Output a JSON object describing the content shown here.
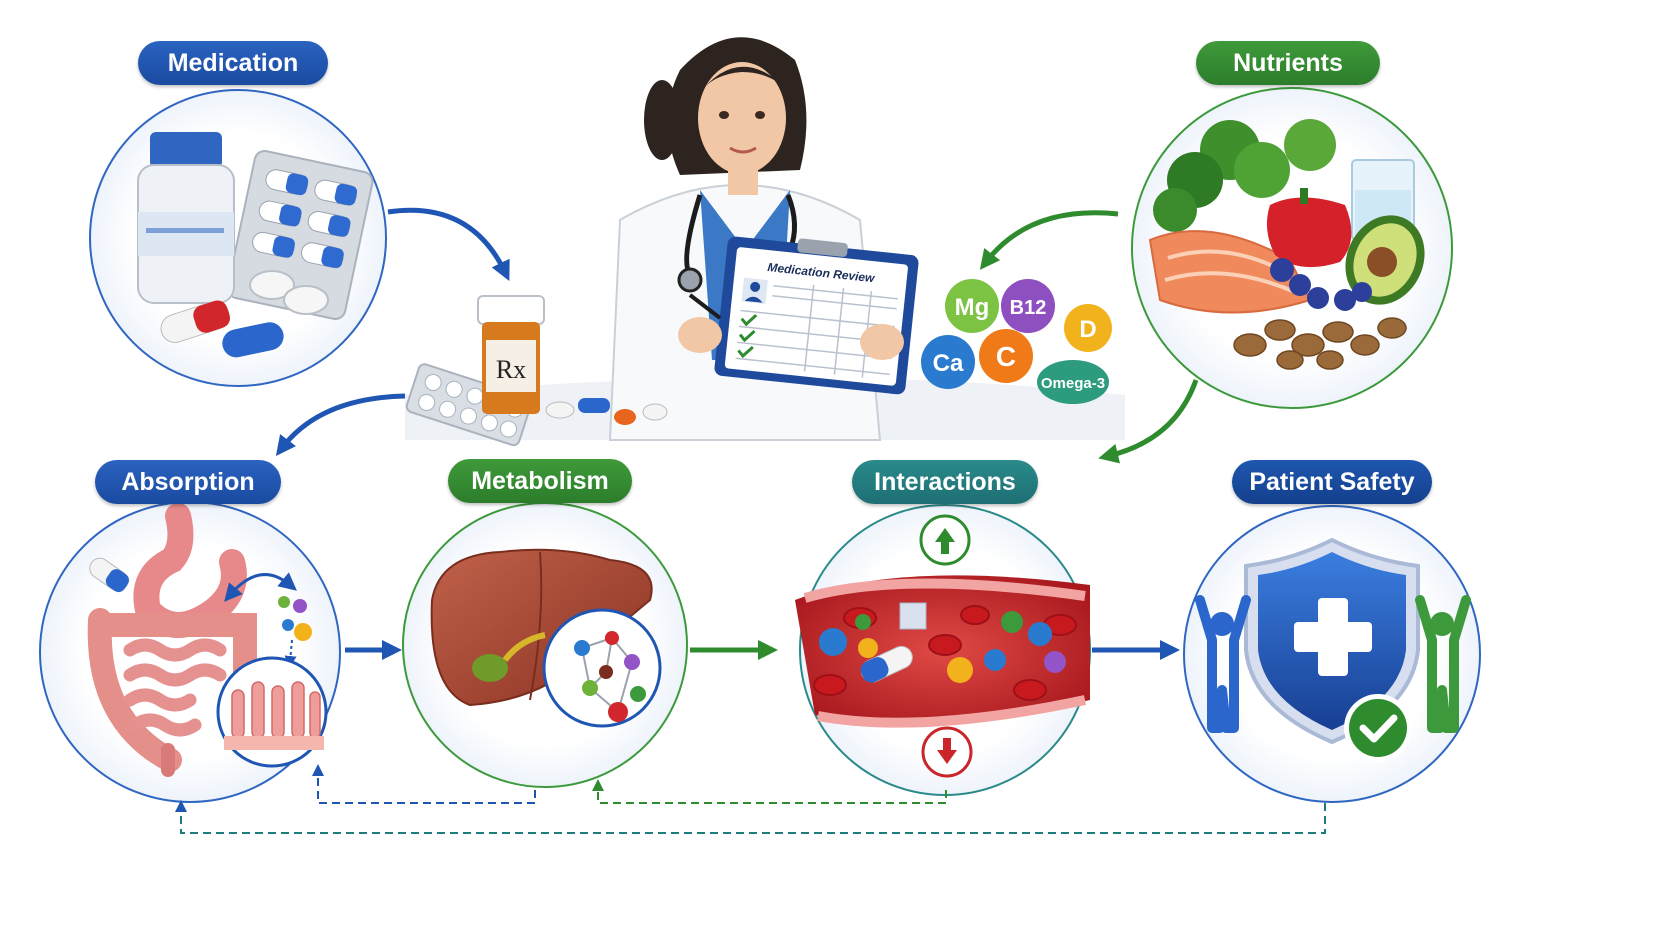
{
  "labels": {
    "medication": "Medication",
    "nutrients": "Nutrients",
    "absorption": "Absorption",
    "metabolism": "Metabolism",
    "interactions": "Interactions",
    "patient_safety": "Patient Safety"
  },
  "clipboard": {
    "title": "Medication Review"
  },
  "rx_bottle": {
    "label": "Rx"
  },
  "nutrient_spheres": [
    {
      "label": "Mg",
      "color": "#7cc243"
    },
    {
      "label": "B12",
      "color": "#8e4fc0"
    },
    {
      "label": "D",
      "color": "#f2b21b"
    },
    {
      "label": "Ca",
      "color": "#2a7bd0"
    },
    {
      "label": "C",
      "color": "#f07a18"
    },
    {
      "label": "Omega-3",
      "color": "#2d9b7e"
    }
  ],
  "colors": {
    "blue": "#1f56b3",
    "green": "#2e8b2e",
    "teal": "#1f7b7d",
    "red": "#c9252b"
  }
}
